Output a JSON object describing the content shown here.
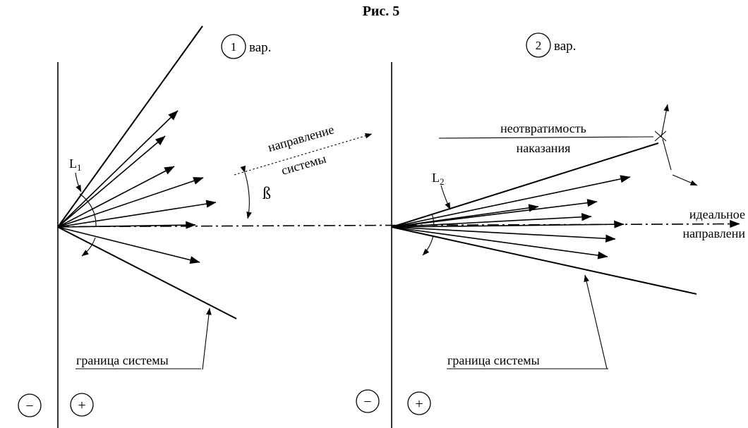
{
  "title": "Рис. 5",
  "colors": {
    "ink": "#000000",
    "background": "#ffffff"
  },
  "variant1": {
    "number": "1",
    "label": "вар."
  },
  "variant2": {
    "number": "2",
    "label": "вар."
  },
  "left": {
    "l_label": "L",
    "l_sub": "1",
    "direction_line1": "направление",
    "direction_line2": "системы",
    "beta": "ß",
    "boundary_label": "граница системы",
    "minus": "−",
    "plus": "+"
  },
  "right": {
    "l_label": "L",
    "l_sub": "2",
    "inevitability_line1": "неотвратимость",
    "inevitability_line2": "наказания",
    "ideal_line1": "идеальное",
    "ideal_line2": "направлени",
    "boundary_label": "граница системы",
    "minus": "−",
    "plus": "+"
  }
}
